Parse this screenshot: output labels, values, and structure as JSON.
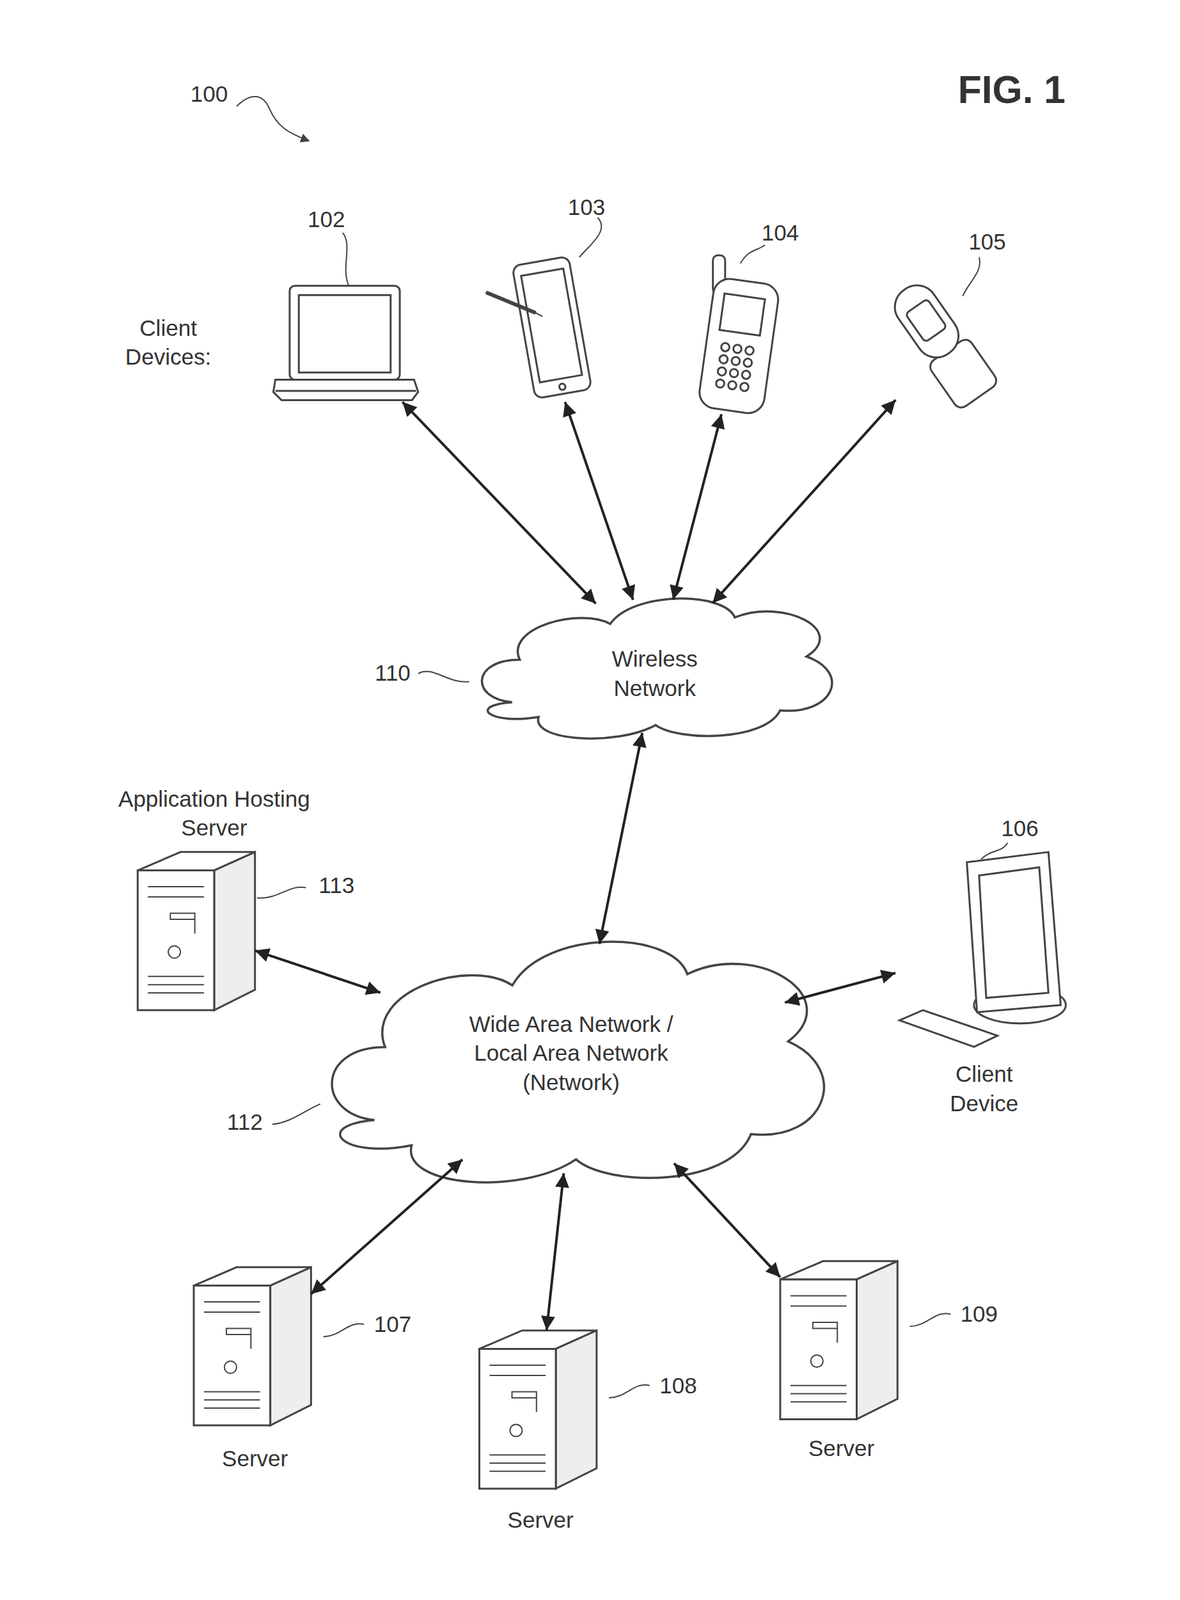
{
  "diagram": {
    "nodes": [
      {
        "text": [
          "102"
        ]
      },
      {
        "text": [
          "103"
        ]
      },
      {
        "text": [
          "104"
        ]
      },
      {
        "text": [
          "105"
        ]
      },
      {
        "text": [
          "Wireless Network",
          "110"
        ]
      },
      {
        "text": [
          "Application Hosting Server",
          "113"
        ]
      },
      {
        "text": [
          "Wide Area Network / Local Area Network (Network)",
          "112"
        ]
      },
      {
        "text": [
          "106",
          "Client Device"
        ]
      },
      {
        "text": [
          "107",
          "Server"
        ]
      },
      {
        "text": [
          "108",
          "Server"
        ]
      },
      {
        "text": [
          "109",
          "Server"
        ]
      }
    ],
    "edges": [
      {
        "from": 0,
        "to": 4,
        "arrow": "both"
      },
      {
        "from": 1,
        "to": 4,
        "arrow": "both"
      },
      {
        "from": 2,
        "to": 4,
        "arrow": "both"
      },
      {
        "from": 3,
        "to": 4,
        "arrow": "both"
      },
      {
        "from": 4,
        "to": 6,
        "arrow": "both"
      },
      {
        "from": 5,
        "to": 6,
        "arrow": "both"
      },
      {
        "from": 7,
        "to": 6,
        "arrow": "both"
      },
      {
        "from": 6,
        "to": 8,
        "arrow": "both"
      },
      {
        "from": 6,
        "to": 9,
        "arrow": "both"
      },
      {
        "from": 6,
        "to": 10,
        "arrow": "both"
      }
    ],
    "labels": [
      "100",
      "FIG. 1",
      "Client Devices:"
    ]
  }
}
